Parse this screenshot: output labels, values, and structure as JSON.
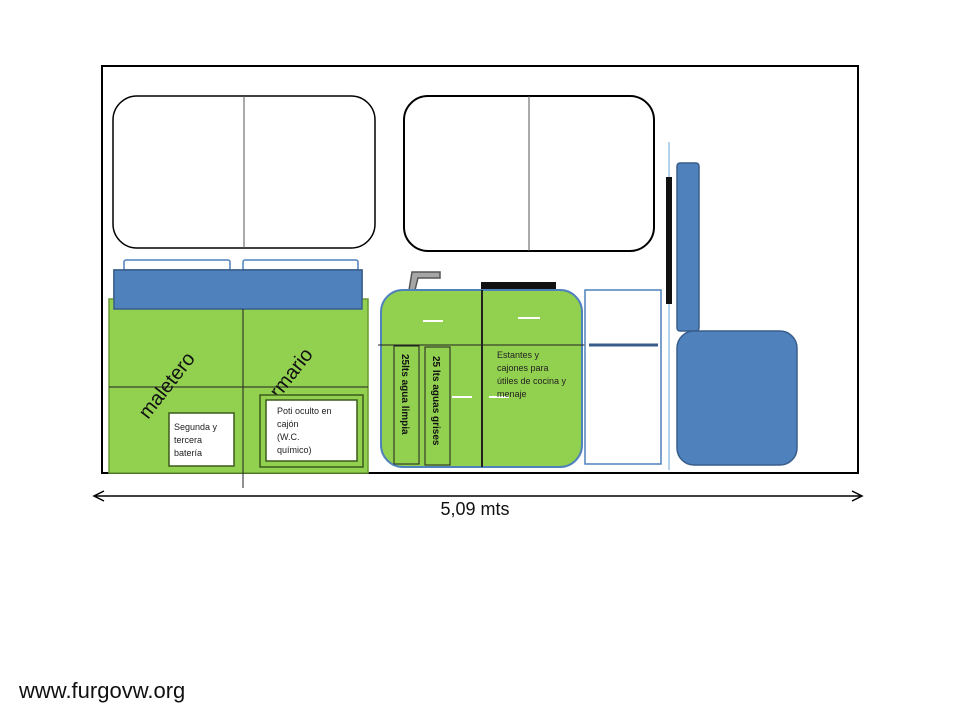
{
  "labels": {
    "maletero": "maletero",
    "armario": "armario",
    "bateria": [
      "Segunda y",
      "tercera",
      "batería"
    ],
    "poti": [
      "Poti oculto en",
      "cajón",
      "(W.C.",
      "químico)"
    ],
    "agua_limpia": "25lts agua limpia",
    "aguas_grises": "25 lts aguas  grises",
    "estantes": [
      "Estantes y",
      "cajones para",
      "útiles de cocina y",
      "menaje"
    ]
  },
  "dimension": {
    "length": "5,09 mts"
  },
  "watermark": "www.furgovw.org",
  "colors": {
    "furniture_green": "#92d050",
    "seat_blue": "#4f81bd",
    "outline_blue": "#385d8a",
    "outline": "#000000"
  }
}
